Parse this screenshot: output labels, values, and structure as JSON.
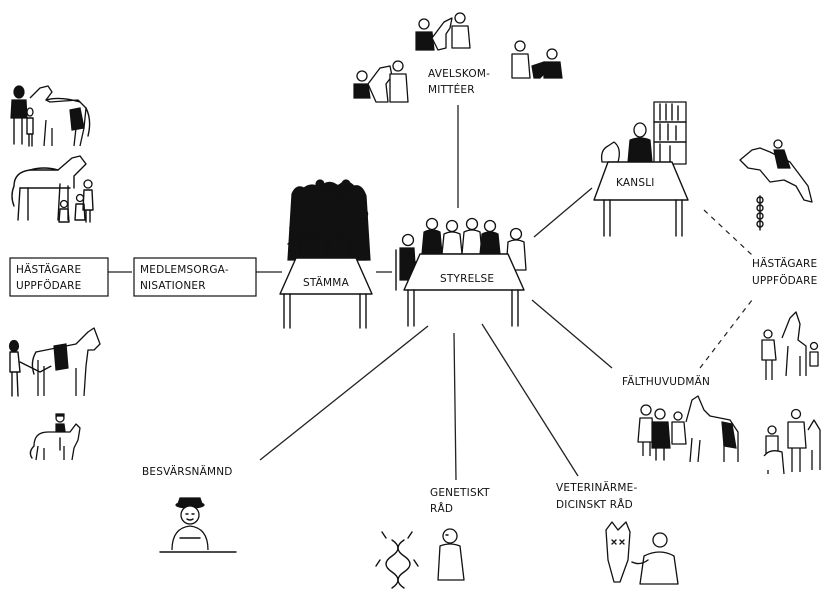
{
  "nodes": {
    "hastagare_left": [
      "HÄSTÄGARE",
      "UPPFÖDARE"
    ],
    "medlemsorg": [
      "MEDLEMSORGA-",
      "NISATIONER"
    ],
    "stamma": "STÄMMA",
    "styrelse": "STYRELSE",
    "kansli": "KANSLI",
    "avelskommitteer": [
      "AVELSKOM-",
      "MITTÉER"
    ],
    "hastagare_right": [
      "HÄSTÄGARE",
      "UPPFÖDARE"
    ],
    "falthuvudman": "FÄLTHUVUDMÄN",
    "besvarsnamnd": "BESVÄRSNÄMND",
    "genetiskt_rad": [
      "GENETISKT",
      "RÅD"
    ],
    "veterinarmedicinskt_rad": [
      "VETERINÄRME-",
      "DICINSKT RÅD"
    ]
  },
  "icons": {
    "horse_figures": "horse-and-people-sketch",
    "crowd": "crowd-sketch",
    "board": "board-members-sketch",
    "office": "office-clerk-sketch",
    "judge": "judge-sketch",
    "dna": "dna-helix-sketch",
    "vet": "veterinarian-sketch"
  }
}
